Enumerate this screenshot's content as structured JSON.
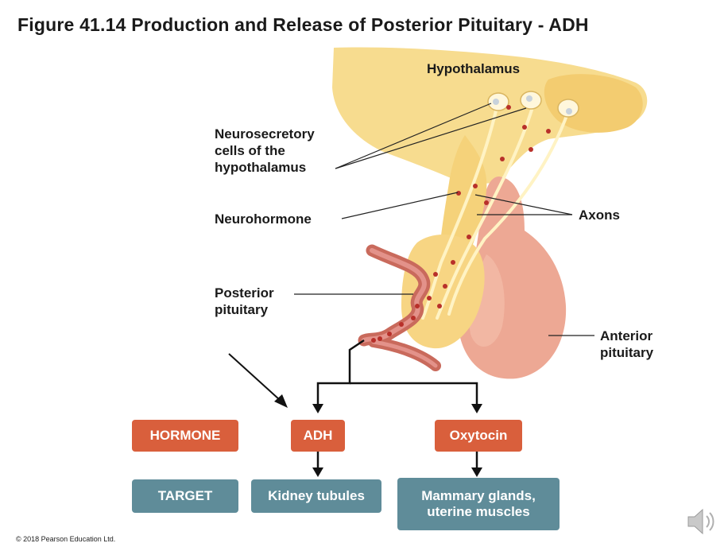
{
  "title": "Figure 41.14 Production and Release of Posterior Pituitary - ADH",
  "labels": {
    "hypothalamus": "Hypothalamus",
    "neurosecretory_line1": "Neurosecretory",
    "neurosecretory_line2": "cells of the",
    "neurosecretory_line3": "hypothalamus",
    "neurohormone": "Neurohormone",
    "axons": "Axons",
    "posterior_line1": "Posterior",
    "posterior_line2": "pituitary",
    "anterior_line1": "Anterior",
    "anterior_line2": "pituitary"
  },
  "boxes": {
    "hormone": "HORMONE",
    "adh": "ADH",
    "oxytocin": "Oxytocin",
    "target": "TARGET",
    "kidney": "Kidney tubules",
    "mammary_line1": "Mammary glands,",
    "mammary_line2": "uterine muscles"
  },
  "copyright": "© 2018 Pearson Education Ltd.",
  "icons": {
    "audio": "speaker-icon"
  },
  "colors": {
    "orange_box": "#d95f3c",
    "teal_box": "#5f8c99",
    "hypothalamus_fill": "#f7d98a",
    "anterior_fill": "#eda894",
    "vessel": "#c96a5c",
    "dot": "#b8302a"
  }
}
